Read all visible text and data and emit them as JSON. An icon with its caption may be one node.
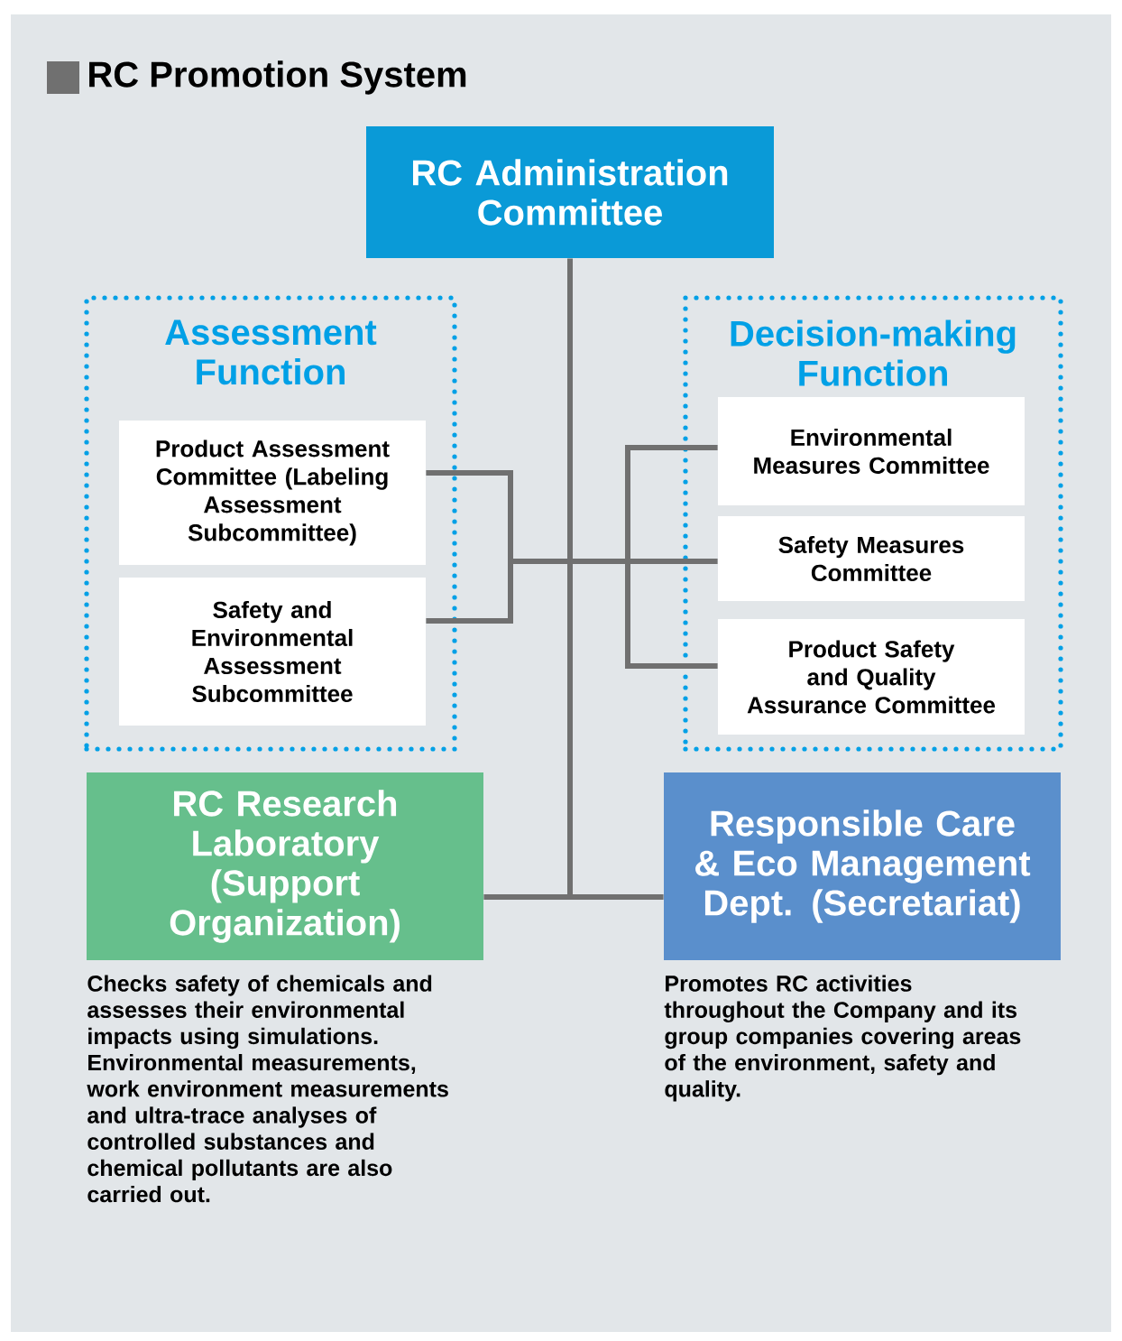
{
  "diagram": {
    "title": "RC Promotion System",
    "nodes": [
      {
        "text": [
          "RC Administration Committee"
        ]
      },
      {
        "text": [
          "Assessment Function"
        ]
      },
      {
        "text": [
          "Product Assessment Committee (Labeling Assessment Subcommittee)"
        ],
        "in": 1
      },
      {
        "text": [
          "Safety and Environmental Assessment Subcommittee"
        ],
        "in": 1
      },
      {
        "text": [
          "Decision-making Function"
        ]
      },
      {
        "text": [
          "Environmental Measures Committee"
        ],
        "in": 4
      },
      {
        "text": [
          "Safety Measures Committee"
        ],
        "in": 4
      },
      {
        "text": [
          "Product Safety and Quality Assurance Committee"
        ],
        "in": 4
      },
      {
        "text": [
          "RC Research Laboratory (Support Organization)"
        ],
        "beside": [
          "Checks safety of chemicals and assesses their environmental impacts using simulations. Environmental measurements, work environment measurements and ultra-trace analyses of controlled substances and chemical pollutants are also carried out."
        ]
      },
      {
        "text": [
          "Responsible Care & Eco Management Dept. (Secretariat)"
        ],
        "beside": [
          "Promotes RC activities throughout the Company and its group companies covering areas of the environment, safety and quality."
        ]
      }
    ],
    "edges": [
      {
        "from": 0,
        "to": 2,
        "arrow": "none"
      },
      {
        "from": 0,
        "to": 3,
        "arrow": "none"
      },
      {
        "from": 0,
        "to": 5,
        "arrow": "none"
      },
      {
        "from": 0,
        "to": 6,
        "arrow": "none"
      },
      {
        "from": 0,
        "to": 7,
        "arrow": "none"
      },
      {
        "from": 0,
        "to": 8,
        "arrow": "none"
      },
      {
        "from": 0,
        "to": 9,
        "arrow": "none"
      }
    ]
  }
}
